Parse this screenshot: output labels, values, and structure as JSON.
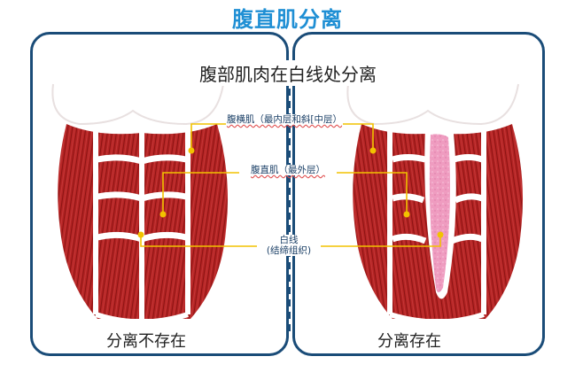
{
  "title": "腹直肌分离",
  "subtitle": "腹部肌肉在白线处分离",
  "labels": {
    "transverse": "腹横肌（最内层和斜[中层）",
    "rectus": "腹直肌（最外层）",
    "linea_alba_1": "白线",
    "linea_alba_2": "(结缔组织)"
  },
  "captions": {
    "left": "分离不存在",
    "right": "分离存在"
  },
  "colors": {
    "title": "#1f8fd4",
    "border": "#1a4c78",
    "muscle": "#b52424",
    "muscle_dark": "#8c1414",
    "pointer": "#f2c200",
    "separation": "#f0a8c8",
    "divider": "#1a4c78"
  }
}
